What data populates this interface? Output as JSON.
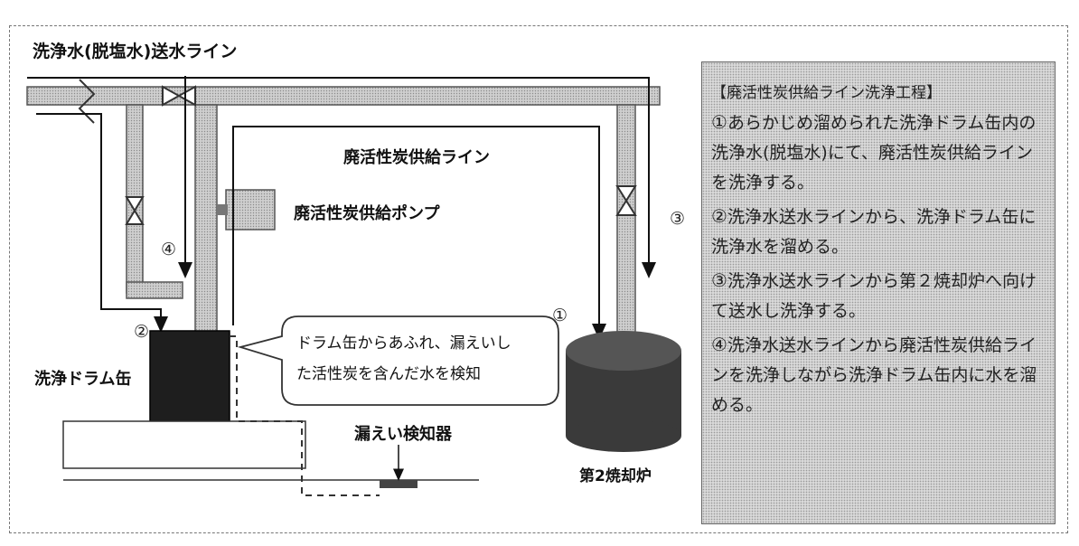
{
  "labels": {
    "supply_line_water": "洗浄水(脱塩水)送水ライン",
    "supply_line_carbon": "廃活性炭供給ライン",
    "pump": "廃活性炭供給ポンプ",
    "drum": "洗浄ドラム缶",
    "detector": "漏えい検知器",
    "furnace": "第2焼却炉"
  },
  "markers": {
    "m1": "①",
    "m2": "②",
    "m3": "③",
    "m4": "④"
  },
  "bubble": {
    "line1": "ドラム缶からあふれ、漏えいし",
    "line2": "た活性炭を含んだ水を検知"
  },
  "procedure": {
    "title": "【廃活性炭供給ライン洗浄工程】",
    "steps": [
      {
        "mark": "①",
        "text": "あらかじめ溜められた洗浄ドラム缶内の洗浄水(脱塩水)にて、廃活性炭供給ラインを洗浄する。"
      },
      {
        "mark": "②",
        "text": "洗浄水送水ラインから、洗浄ドラム缶に洗浄水を溜める。"
      },
      {
        "mark": "③",
        "text": "洗浄水送水ラインから第２焼却炉へ向けて送水し洗浄する。"
      },
      {
        "mark": "④",
        "text": "洗浄水送水ラインから廃活性炭供給ラインを洗浄しながら洗浄ドラム缶内に水を溜める。"
      }
    ]
  }
}
